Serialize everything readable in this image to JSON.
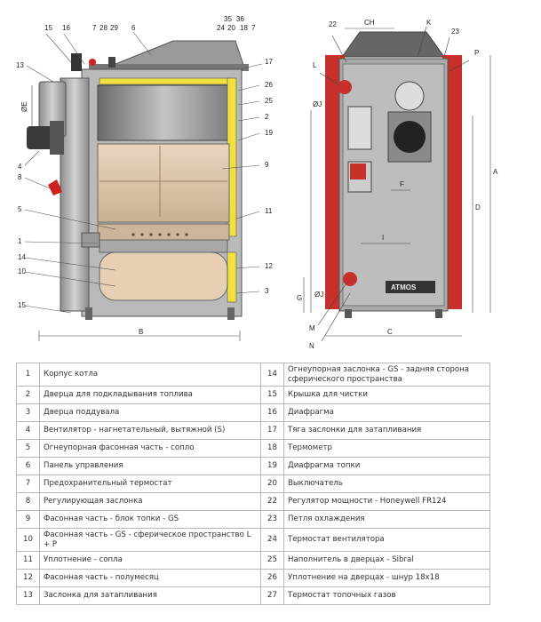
{
  "figure": {
    "left_labels": [
      "15",
      "16",
      "7",
      "28",
      "29",
      "6",
      "35",
      "36",
      "24",
      "20",
      "18",
      "7",
      "13",
      "ØE",
      "17",
      "26",
      "25",
      "2",
      "19",
      "4",
      "8",
      "9",
      "5",
      "11",
      "1",
      "14",
      "12",
      "10",
      "3",
      "15",
      "B"
    ],
    "right_labels": [
      "22",
      "CH",
      "K",
      "23",
      "L",
      "P",
      "ØJ",
      "A",
      "D",
      "F",
      "I",
      "ØJ",
      "G",
      "M",
      "N",
      "C"
    ],
    "plate_text": "ATMOS"
  },
  "legend": [
    {
      "n1": "1",
      "t1": "Корпус котла",
      "n2": "14",
      "t2": "Огнеупорная заслонка - GS - задняя сторона сферического пространства"
    },
    {
      "n1": "2",
      "t1": "Дверца для подкладывания топлива",
      "n2": "15",
      "t2": "Крышка для чистки"
    },
    {
      "n1": "3",
      "t1": "Дверца поддувала",
      "n2": "16",
      "t2": "Диафрагма"
    },
    {
      "n1": "4",
      "t1": "Вентилятор - нагнетательный, вытяжной (S)",
      "n2": "17",
      "t2": "Тяга заслонки для затапливания"
    },
    {
      "n1": "5",
      "t1": "Огнеупорная фасонная часть - сопло",
      "n2": "18",
      "t2": "Термометр"
    },
    {
      "n1": "6",
      "t1": "Панель управления",
      "n2": "19",
      "t2": "Диафрагма топки"
    },
    {
      "n1": "7",
      "t1": "Предохранительный термостат",
      "n2": "20",
      "t2": "Выключатель"
    },
    {
      "n1": "8",
      "t1": "Регулирующая заслонка",
      "n2": "22",
      "t2": "Регулятор мощности - Honeywell FR124"
    },
    {
      "n1": "9",
      "t1": "Фасонная часть - блок топки - GS",
      "n2": "23",
      "t2": "Петля охлаждения"
    },
    {
      "n1": "10",
      "t1": "Фасонная часть - GS - сферическое пространство L + P",
      "n2": "24",
      "t2": "Термостат вентилятора"
    },
    {
      "n1": "11",
      "t1": "Уплотнение - сопла",
      "n2": "25",
      "t2": "Наполнитель в дверцах - Sibral"
    },
    {
      "n1": "12",
      "t1": "Фасонная часть - полумесяц",
      "n2": "26",
      "t2": "Уплотнение на дверцах - шнур 18x18"
    },
    {
      "n1": "13",
      "t1": "Заслонка для затапливания",
      "n2": "27",
      "t2": "Термостат топочных газов"
    }
  ]
}
